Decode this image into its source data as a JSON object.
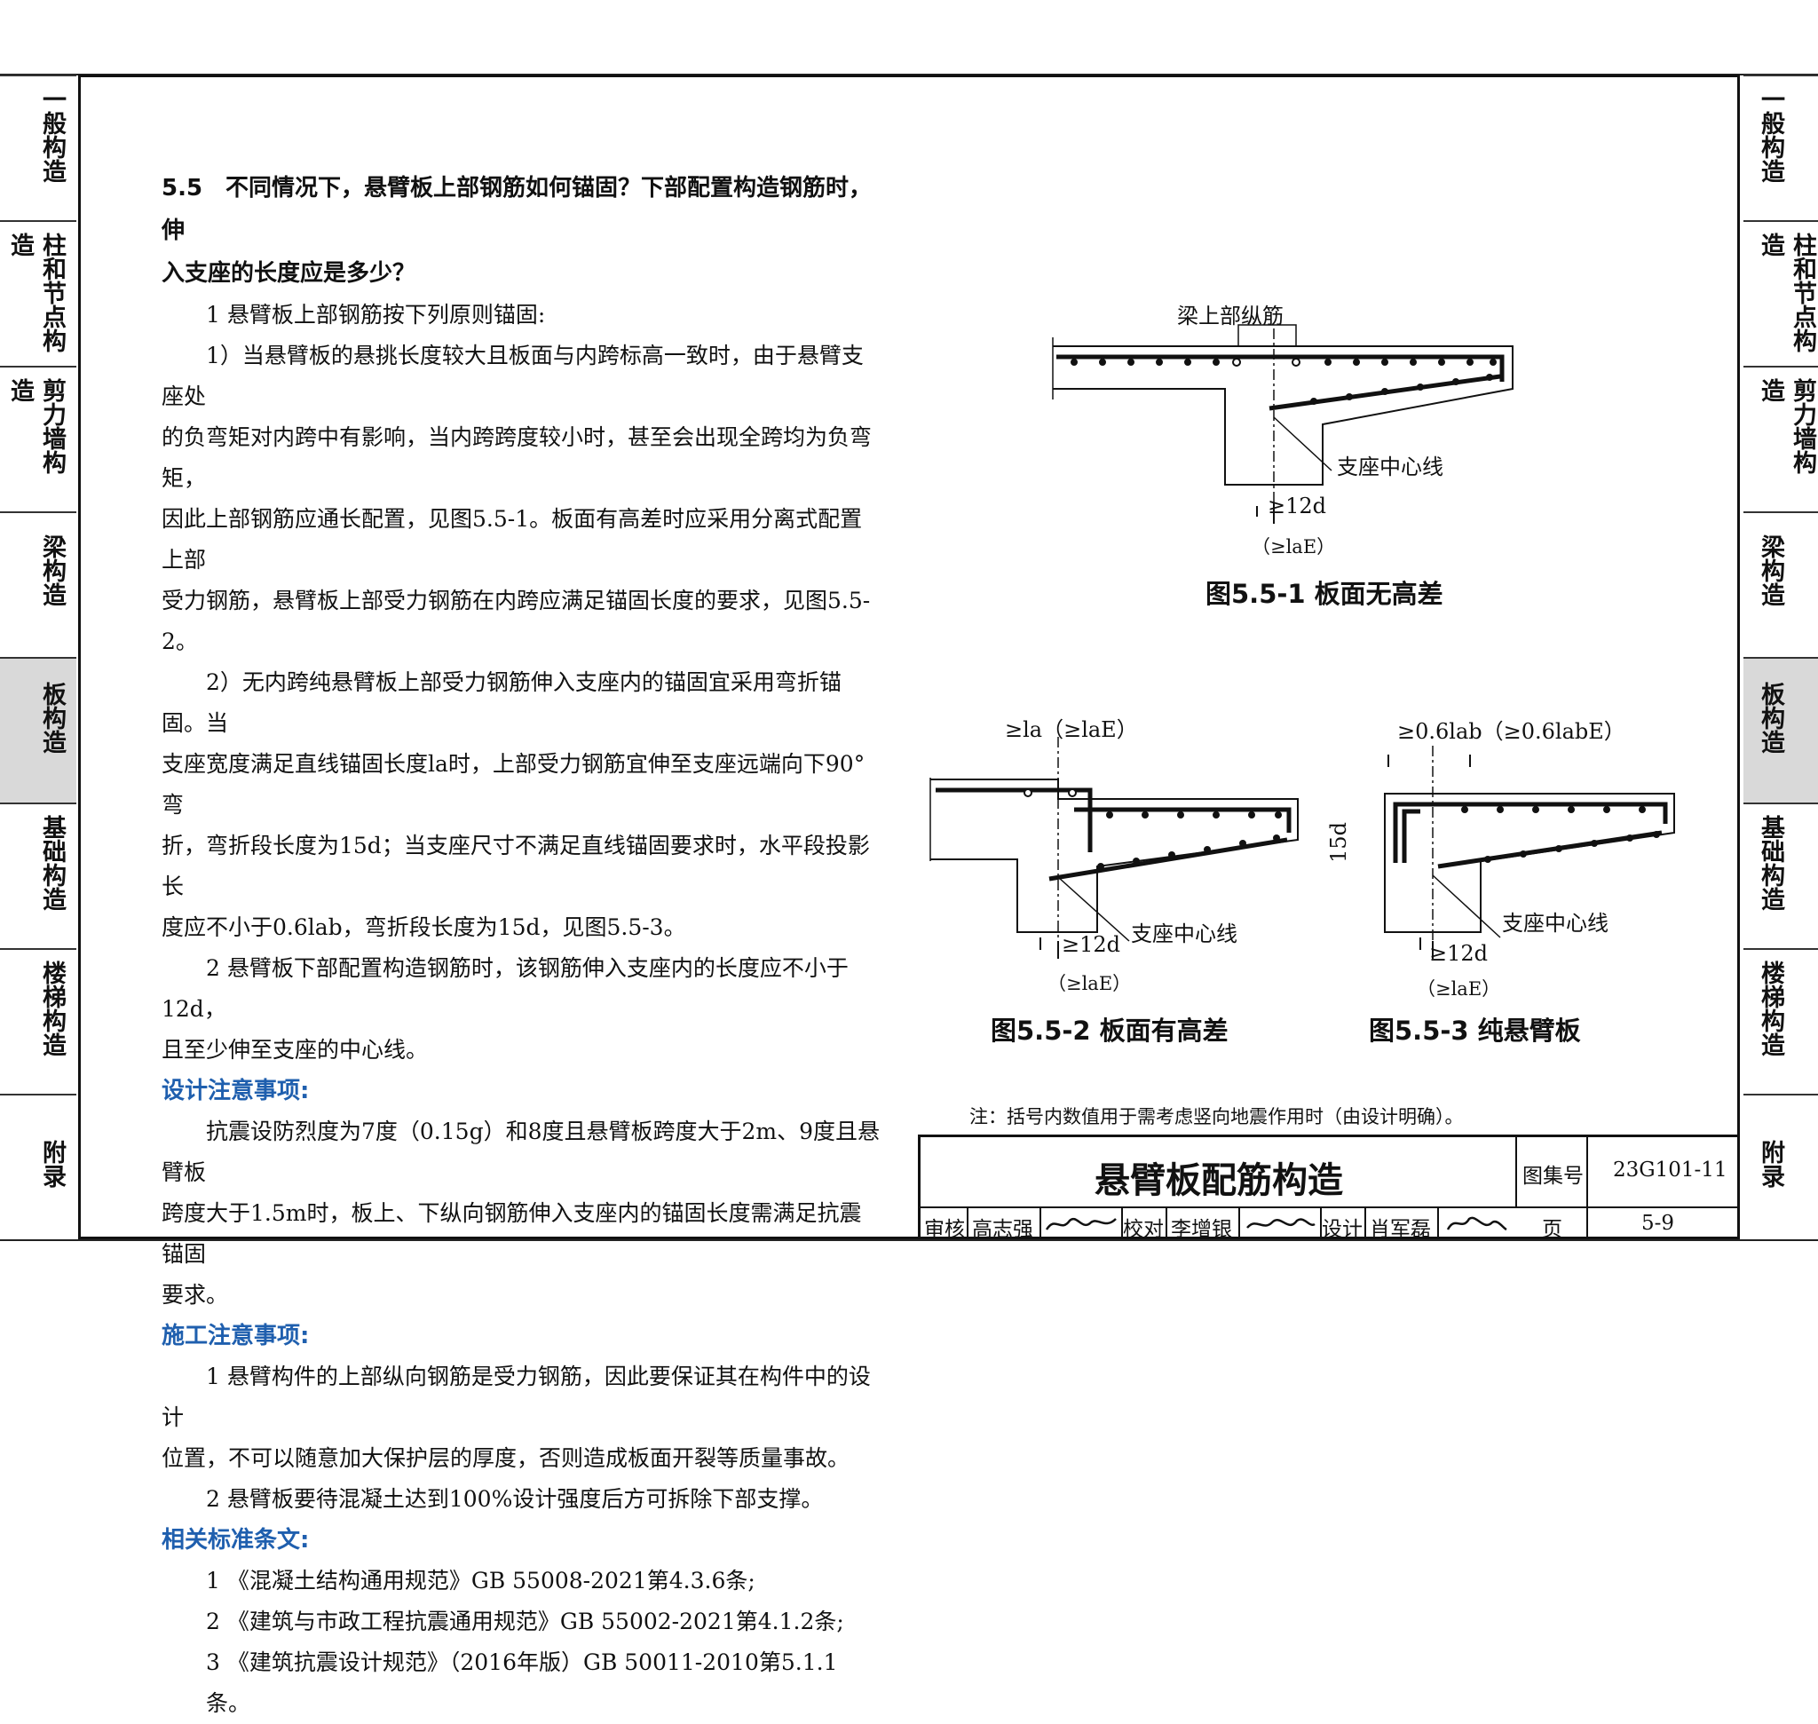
{
  "side_tabs": [
    "一般构造",
    "柱和节点构造",
    "剪力墙构造",
    "梁构造",
    "板构造",
    "基础构造",
    "楼梯构造",
    "附录"
  ],
  "active_tab": "板构造",
  "text": {
    "heading1": "5.5　不同情况下，悬臂板上部钢筋如何锚固？下部配置构造钢筋时，伸",
    "heading2": "入支座的长度应是多少？",
    "p1": "1 悬臂板上部钢筋按下列原则锚固:",
    "p2a": "1）当悬臂板的悬挑长度较大且板面与内跨标高一致时，由于悬臂支座处",
    "p2b": "的负弯矩对内跨中有影响，当内跨跨度较小时，甚至会出现全跨均为负弯矩，",
    "p2c": "因此上部钢筋应通长配置，见图5.5-1。板面有高差时应采用分离式配置上部",
    "p2d": "受力钢筋，悬臂板上部受力钢筋在内跨应满足锚固长度的要求，见图5.5-2。",
    "p3a": "2）无内跨纯悬臂板上部受力钢筋伸入支座内的锚固宜采用弯折锚固。当",
    "p3b": "支座宽度满足直线锚固长度la时，上部受力钢筋宜伸至支座远端向下90° 弯",
    "p3c": "折，弯折段长度为15d；当支座尺寸不满足直线锚固要求时，水平段投影长",
    "p3d": "度应不小于0.6lab，弯折段长度为15d，见图5.5-3。",
    "p4a": "2 悬臂板下部配置构造钢筋时，该钢筋伸入支座内的长度应不小于12d，",
    "p4b": "且至少伸至支座的中心线。",
    "design_title": "设计注意事项:",
    "d1": "抗震设防烈度为7度（0.15g）和8度且悬臂板跨度大于2m、9度且悬臂板",
    "d2": "跨度大于1.5m时，板上、下纵向钢筋伸入支座内的锚固长度需满足抗震锚固",
    "d3": "要求。",
    "construct_title": "施工注意事项:",
    "c1": "1 悬臂构件的上部纵向钢筋是受力钢筋，因此要保证其在构件中的设计",
    "c2": "位置，不可以随意加大保护层的厚度，否则造成板面开裂等质量事故。",
    "c3": "2 悬臂板要待混凝土达到100%设计强度后方可拆除下部支撑。",
    "std_title": "相关标准条文:",
    "s1": "1 《混凝土结构通用规范》GB 55008-2021第4.3.6条;",
    "s2": "2 《建筑与市政工程抗震通用规范》GB 55002-2021第4.1.2条;",
    "s3": "3 《建筑抗震设计规范》（2016年版）GB 50011-2010第5.1.1条。"
  },
  "figures": {
    "f1_beam_label": "梁上部纵筋",
    "f1_center_label": "支座中心线",
    "f1_dim1": "≥12d",
    "f1_dim2": "（≥laE）",
    "f1_caption": "图5.5-1 板面无高差",
    "f2_top_dim": "≥la（≥laE）",
    "f2_center_label": "支座中心线",
    "f2_dim1": "≥12d",
    "f2_dim2": "（≥laE）",
    "f2_caption": "图5.5-2 板面有高差",
    "f3_top_dim": "≥0.6lab（≥0.6labE）",
    "f3_side_dim": "15d",
    "f3_center_label": "支座中心线",
    "f3_dim1": "≥12d",
    "f3_dim2": "（≥laE）",
    "f3_caption": "图5.5-3 纯悬臂板"
  },
  "note": "注：括号内数值用于需考虑竖向地震作用时（由设计明确）。",
  "title_block": {
    "title": "悬臂板配筋构造",
    "atlas_label": "图集号",
    "atlas_no": "23G101-11",
    "review_label": "审核",
    "reviewer": "高志强",
    "check_label": "校对",
    "checker": "李增银",
    "design_label": "设计",
    "designer": "肖军磊",
    "page_label": "页",
    "page_no": "5-9"
  }
}
